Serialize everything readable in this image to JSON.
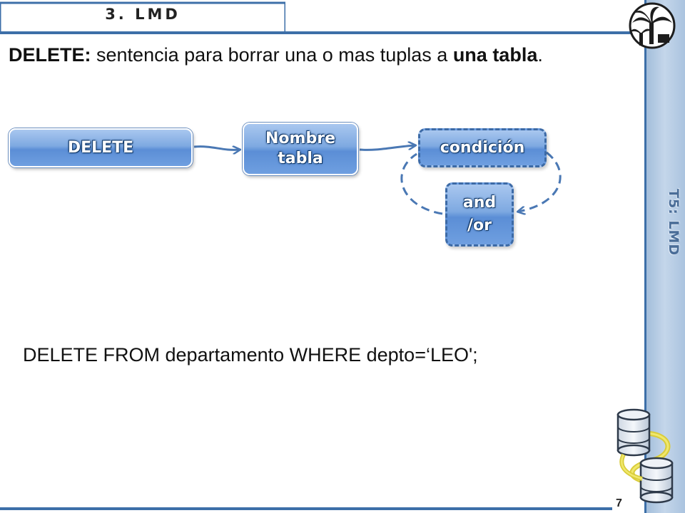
{
  "slide": {
    "section_title": "3. LMD",
    "side_label": "T5: LMD",
    "heading_keyword": "DELETE:",
    "heading_text": " sentencia para borrar una o mas tuplas a ",
    "heading_bold_tail": "una tabla",
    "heading_end": ".",
    "example_sql": "DELETE FROM departamento WHERE depto=‘LEO';",
    "page_number": "7"
  },
  "diagram": {
    "node_delete": "DELETE",
    "node_table_line1": "Nombre",
    "node_table_line2": "tabla",
    "node_condition": "condición",
    "node_connector_line1": "and",
    "node_connector_line2": "/or"
  },
  "colors": {
    "accent": "#3d6fa8",
    "node_fill": "#6f9fe0",
    "node_text_outline": "#123a6b"
  },
  "icons": [
    "palm-tree-logo-icon",
    "database-icon"
  ]
}
